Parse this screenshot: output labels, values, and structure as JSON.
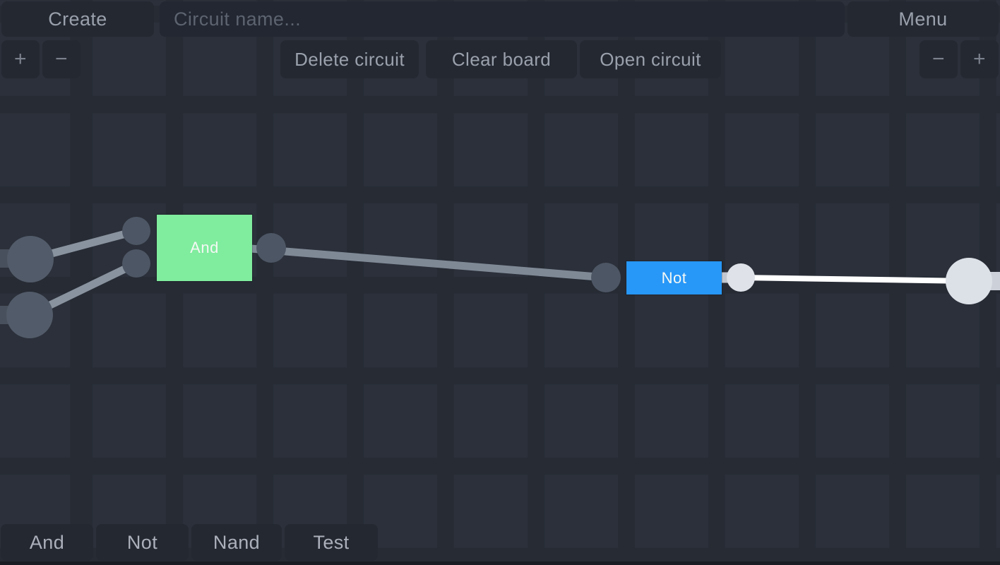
{
  "topbar": {
    "create_label": "Create",
    "circuit_name": {
      "placeholder": "Circuit name...",
      "value": ""
    },
    "menu_label": "Menu"
  },
  "toolbar": {
    "zoom_in_label": "+",
    "zoom_out_label": "−",
    "delete_circuit_label": "Delete circuit",
    "clear_board_label": "Clear board",
    "open_circuit_label": "Open circuit"
  },
  "palette": {
    "items": [
      {
        "label": "And"
      },
      {
        "label": "Not"
      },
      {
        "label": "Nand"
      },
      {
        "label": "Test"
      }
    ]
  },
  "canvas": {
    "gates": [
      {
        "label": "And",
        "color": "#80ec9e"
      },
      {
        "label": "Not",
        "color": "#2797f8"
      }
    ],
    "node_count_inputs": 2,
    "node_count_outputs": 1
  },
  "colors": {
    "background": "#2b303a",
    "grid_line": "#262b34",
    "panel_button": "#232831",
    "panel_text": "#9ba1ac",
    "and_gate_green": "#80ec9e",
    "not_gate_blue": "#2797f8",
    "wire_inactive": "#89939f",
    "wire_active": "#ffffff",
    "node_inactive": "#4d5664",
    "node_active": "#dfe3e9"
  }
}
